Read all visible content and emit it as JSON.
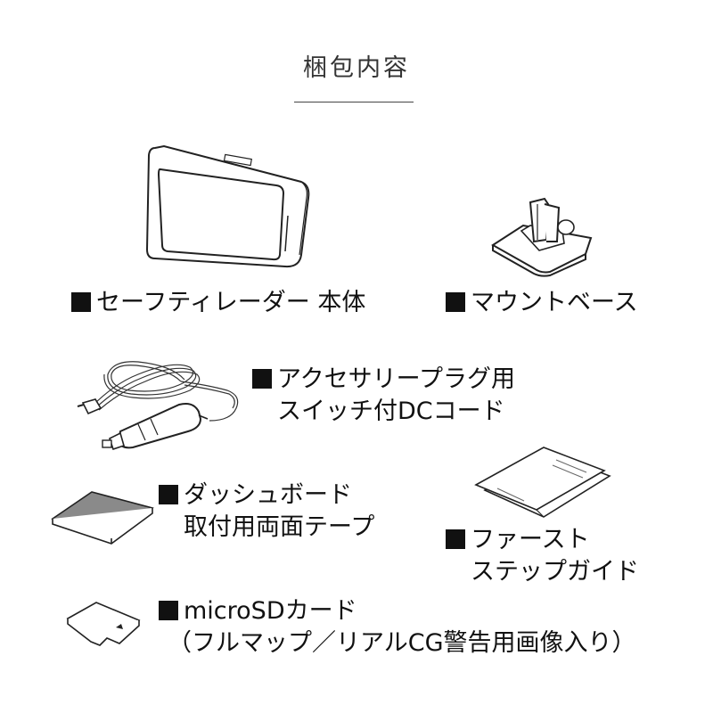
{
  "header": {
    "title": "梱包内容"
  },
  "items": {
    "unit": {
      "name": "セーフティレーダー 本体",
      "icon": "radar-unit-icon"
    },
    "mount": {
      "name": "マウントベース",
      "icon": "mount-base-icon"
    },
    "dc_cord": {
      "line1": "アクセサリープラグ用",
      "line2": "スイッチ付DCコード",
      "icon": "dc-cord-icon"
    },
    "tape": {
      "line1": "ダッシュボード",
      "line2": "取付用両面テープ",
      "icon": "double-sided-tape-icon"
    },
    "guide": {
      "line1": "ファースト",
      "line2": "ステップガイド",
      "icon": "quick-guide-icon"
    },
    "sdcard": {
      "line1": "microSDカード",
      "line2": "（フルマップ／リアルCG警告用画像入り）",
      "icon": "microsd-card-icon"
    }
  }
}
